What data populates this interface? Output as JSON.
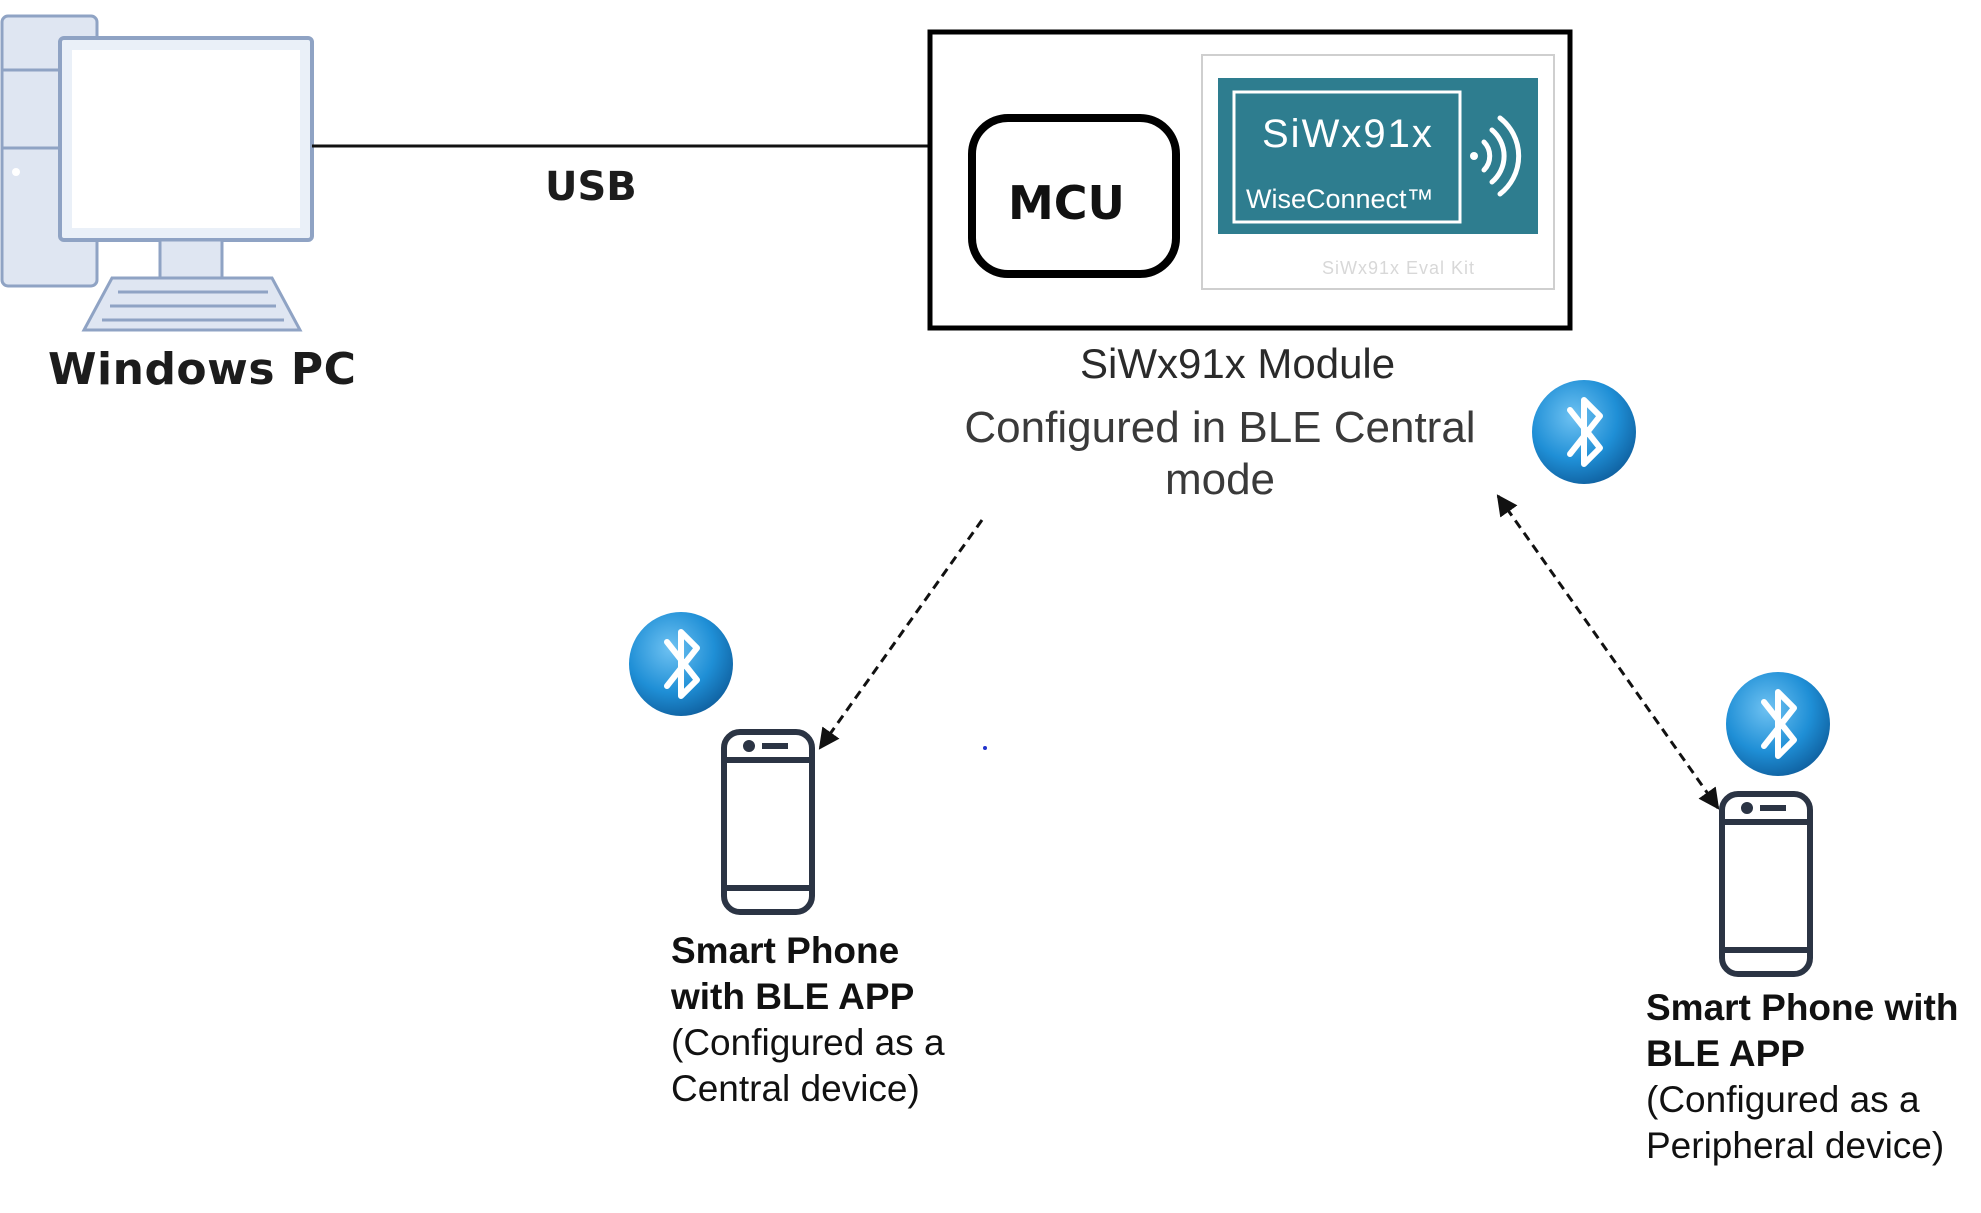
{
  "pc": {
    "label": "Windows PC"
  },
  "link": {
    "label": "USB"
  },
  "module": {
    "mcu_label": "MCU",
    "chip_name": "SiWx91x",
    "chip_brand": "WiseConnect™",
    "chip_footer": "SiWx91x Eval Kit",
    "title": "SiWx91x Module",
    "subtitle": "Configured in BLE Central mode"
  },
  "phone_central": {
    "title_line1": "Smart Phone",
    "title_line2": "with BLE APP",
    "desc_line1": "(Configured as a",
    "desc_line2": "Central device)"
  },
  "phone_peripheral": {
    "title_line1": "Smart Phone with",
    "title_line2": "BLE APP",
    "desc_line1": "(Configured as a",
    "desc_line2": "Peripheral device)"
  },
  "colors": {
    "chip_teal": "#2e7d8f",
    "bluetooth_blue": "#1f8fd6",
    "pc_outline": "#8fa3c4",
    "pc_fill": "#dfe6f2",
    "phone_stroke": "#2b3444"
  }
}
